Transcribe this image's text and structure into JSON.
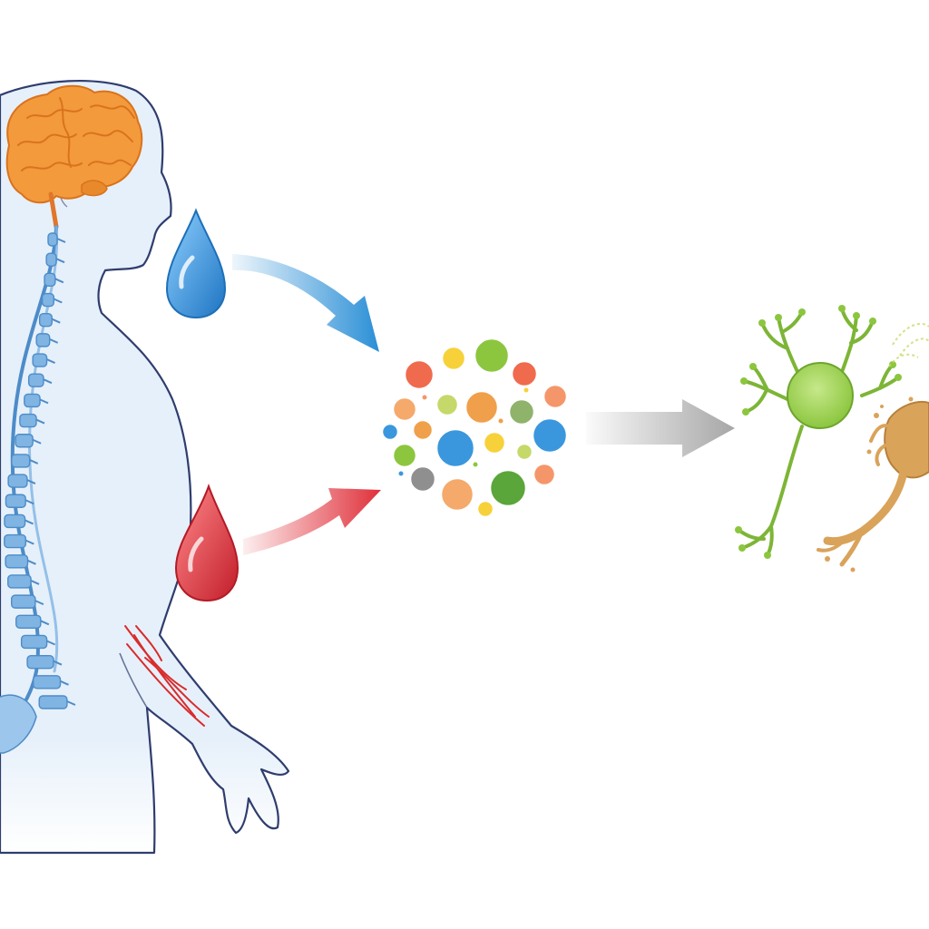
{
  "diagram": {
    "background": "#ffffff",
    "colors": {
      "body_fill": "#e6f0fa",
      "body_outline": "#2f3d6e",
      "brain": "#f39a3c",
      "brain_dark": "#d9731d",
      "spine": "#7fb4e3",
      "spine_dark": "#4d8cc8",
      "csf_drop": "#3a97dd",
      "blood_drop": "#e23a44",
      "arrow_blue": "#2b8fd6",
      "arrow_red": "#e0303a",
      "arrow_gray": "#a6a6a6",
      "neuron_green": "#8cc63f",
      "neuron_tan": "#d9a35a",
      "nerve_red": "#d92b2b"
    },
    "nodes": [
      {
        "id": "human-body",
        "icon": "human-silhouette-icon"
      },
      {
        "id": "brain",
        "icon": "brain-icon"
      },
      {
        "id": "spine",
        "icon": "spinal-column-icon"
      },
      {
        "id": "peripheral-nerves",
        "icon": "arm-nerves-icon"
      },
      {
        "id": "csf-sample",
        "icon": "blue-droplet-icon"
      },
      {
        "id": "blood-sample",
        "icon": "red-droplet-icon"
      },
      {
        "id": "biomarkers",
        "icon": "biomarker-cluster-icon"
      },
      {
        "id": "healthy-neuron",
        "icon": "green-neuron-icon"
      },
      {
        "id": "damaged-neuron",
        "icon": "degenerating-neuron-icon"
      }
    ],
    "edges": [
      {
        "from": "csf-sample",
        "to": "biomarkers",
        "color": "arrow_blue"
      },
      {
        "from": "blood-sample",
        "to": "biomarkers",
        "color": "arrow_red"
      },
      {
        "from": "biomarkers",
        "to": "healthy-neuron",
        "color": "arrow_gray"
      }
    ]
  }
}
